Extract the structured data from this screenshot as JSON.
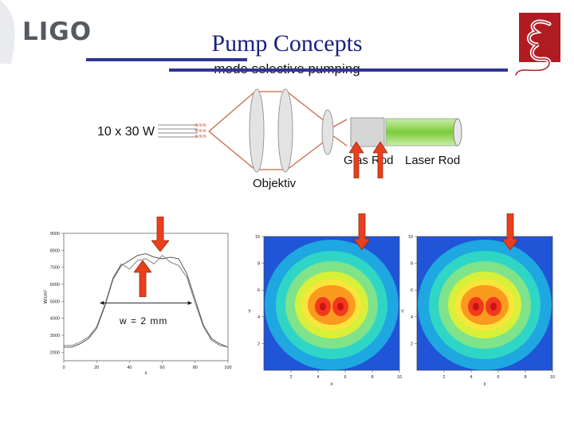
{
  "header": {
    "logo_text": "LIGO",
    "title": "Pump Concepts",
    "subtitle": "mode selective pumping",
    "accent_color": "#2e3592",
    "emblem_color": "#b01c22"
  },
  "schematic": {
    "source_label": "10 x 30 W",
    "objective_label": "Objektiv",
    "glas_rod_label": "Glas Rod",
    "laser_rod_label": "Laser Rod",
    "beam_color": "#c86a40",
    "rod_color": "#7ccc3a"
  },
  "profile_chart": {
    "width_label": "w = 2 mm",
    "arrow_color": "#e8401c"
  },
  "chart_data": [
    {
      "type": "line",
      "title": "",
      "xlabel": "x",
      "ylabel": "W/cm²",
      "xlim": [
        0,
        100
      ],
      "ylim": [
        1500,
        9000
      ],
      "x_ticks": [
        "0",
        "20",
        "40",
        "60",
        "80",
        "100"
      ],
      "y_ticks": [
        "2000",
        "3000",
        "4000",
        "5000",
        "6000",
        "7000",
        "8000",
        "9000"
      ],
      "series": [
        {
          "x": [
            0,
            5,
            10,
            15,
            20,
            25,
            30,
            35,
            40,
            45,
            50,
            55,
            60,
            65,
            70,
            75,
            80,
            85,
            90,
            95,
            100
          ],
          "values": [
            2300,
            2300,
            2500,
            2800,
            3400,
            4700,
            6300,
            7100,
            7400,
            7700,
            7800,
            7600,
            7500,
            7600,
            7500,
            6600,
            5100,
            3600,
            2800,
            2500,
            2300
          ]
        },
        {
          "x": [
            0,
            5,
            10,
            15,
            20,
            25,
            30,
            35,
            40,
            45,
            50,
            55,
            60,
            65,
            70,
            75,
            80,
            85,
            90,
            95,
            100
          ],
          "values": [
            2400,
            2400,
            2600,
            2900,
            3500,
            4800,
            6400,
            7200,
            6900,
            7400,
            7500,
            7200,
            7700,
            7300,
            7100,
            6400,
            4900,
            3500,
            2700,
            2400,
            2300
          ]
        }
      ]
    },
    {
      "type": "heatmap",
      "title": "",
      "xlabel": "x",
      "ylabel": "Y",
      "xlim": [
        0,
        10
      ],
      "ylim": [
        0,
        10
      ],
      "x_ticks": [
        "2",
        "4",
        "6",
        "8",
        "10"
      ],
      "y_ticks": [
        "2",
        "4",
        "6",
        "8",
        "10"
      ],
      "colors": [
        "#1f55d6",
        "#1ea7e0",
        "#2fd6c6",
        "#7fe38a",
        "#d8f03a",
        "#fbe53a",
        "#fb9a1f",
        "#f23a1a",
        "#c81414"
      ]
    },
    {
      "type": "heatmap",
      "title": "",
      "xlabel": "x",
      "ylabel": "Y",
      "xlim": [
        0,
        10
      ],
      "ylim": [
        0,
        10
      ],
      "x_ticks": [
        "2",
        "4",
        "6",
        "8",
        "10"
      ],
      "y_ticks": [
        "2",
        "4",
        "6",
        "8",
        "10"
      ],
      "colors": [
        "#1f55d6",
        "#1ea7e0",
        "#2fd6c6",
        "#7fe38a",
        "#d8f03a",
        "#fbe53a",
        "#fb9a1f",
        "#f23a1a",
        "#c81414"
      ]
    }
  ]
}
